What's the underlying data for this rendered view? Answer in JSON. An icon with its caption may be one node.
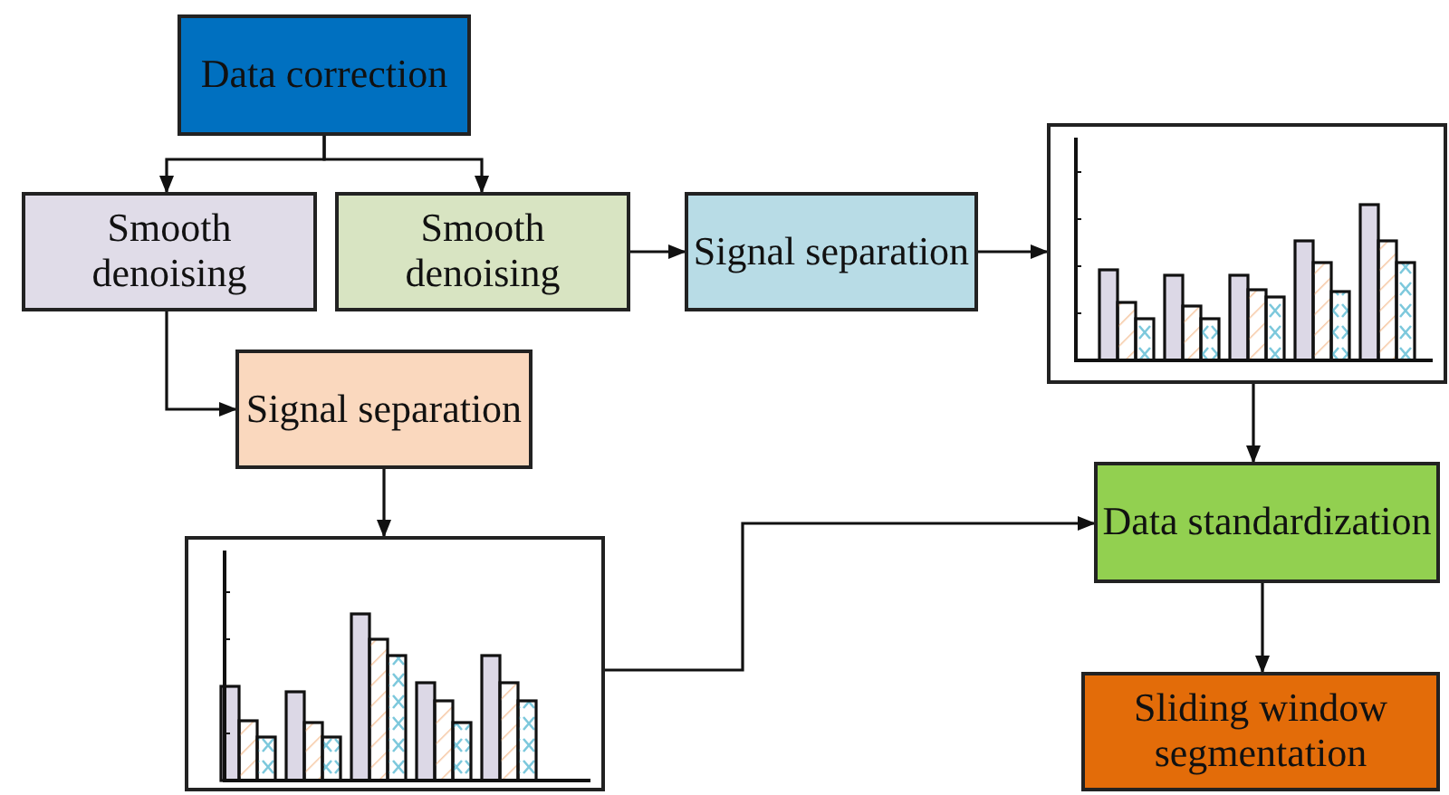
{
  "diagram": {
    "nodes": [
      {
        "text": [
          "Data correction"
        ]
      },
      {
        "text": [
          "Smooth denoising"
        ]
      },
      {
        "text": [
          "Smooth denoising"
        ]
      },
      {
        "text": [
          "Signal separation"
        ]
      },
      {
        "text": [],
        "shape": "picture"
      },
      {
        "text": [
          "Signal separation"
        ]
      },
      {
        "text": [],
        "shape": "picture"
      },
      {
        "text": [
          "Data standardization"
        ]
      },
      {
        "text": [
          "Sliding window segmentation"
        ]
      }
    ],
    "edges": [
      {
        "from": 0,
        "to": 1,
        "arrow": "to"
      },
      {
        "from": 0,
        "to": 2,
        "arrow": "to"
      },
      {
        "from": 2,
        "to": 3,
        "arrow": "to"
      },
      {
        "from": 3,
        "to": 4,
        "arrow": "to"
      },
      {
        "from": 1,
        "to": 5,
        "arrow": "to"
      },
      {
        "from": 5,
        "to": 6,
        "arrow": "to"
      },
      {
        "from": 4,
        "to": 7,
        "arrow": "to"
      },
      {
        "from": 6,
        "to": 7,
        "arrow": "to"
      },
      {
        "from": 7,
        "to": 8,
        "arrow": "to"
      }
    ]
  }
}
